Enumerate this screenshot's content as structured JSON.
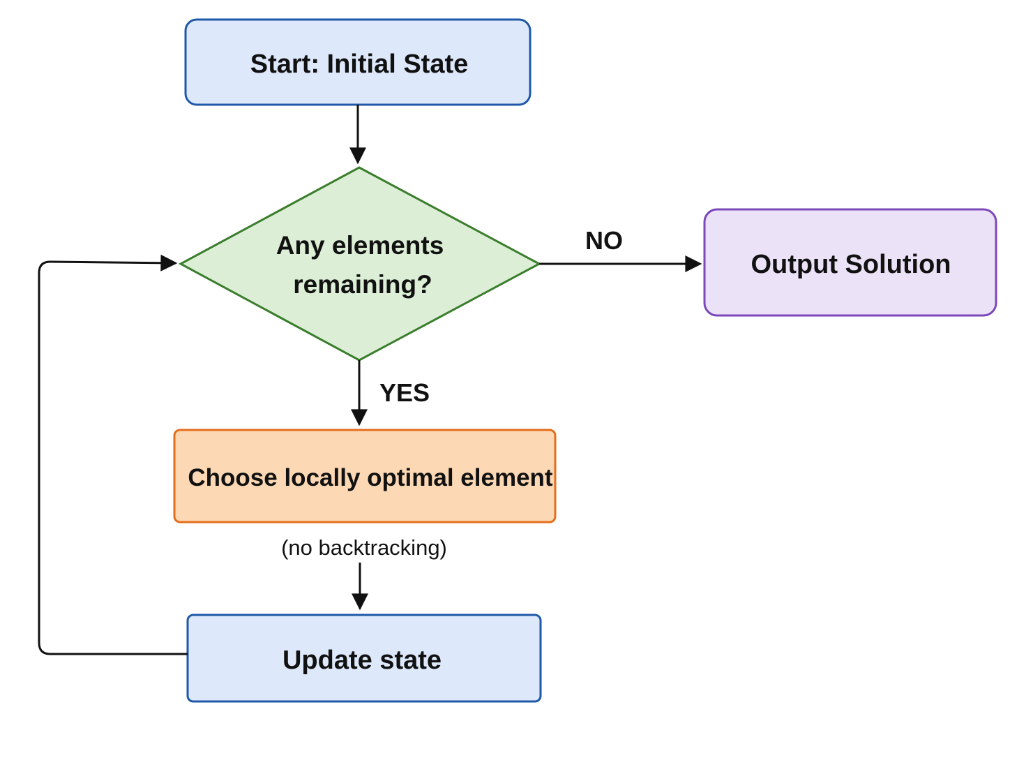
{
  "nodes": {
    "start": {
      "label": "Start: Initial State"
    },
    "decision": {
      "line1": "Any elements",
      "line2": "remaining?"
    },
    "output": {
      "label": "Output Solution"
    },
    "choose": {
      "label": "Choose locally optimal element"
    },
    "update": {
      "label": "Update state"
    }
  },
  "edges": {
    "no_label": "NO",
    "yes_label": "YES",
    "note": "(no backtracking)"
  },
  "colors": {
    "blue_fill": "#dde9fb",
    "blue_stroke": "#1f58a8",
    "green_fill": "#dcefd6",
    "green_stroke": "#3a7d2c",
    "purple_fill": "#ece2f8",
    "purple_stroke": "#7b48b8",
    "orange_fill": "#fcd8b4",
    "orange_stroke": "#e46e1c",
    "arrow": "#111111"
  }
}
